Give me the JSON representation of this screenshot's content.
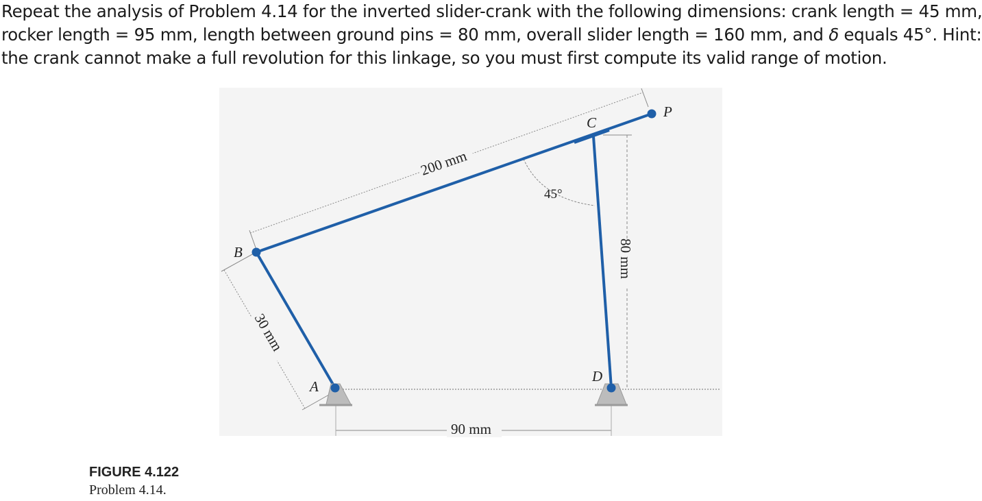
{
  "problem": {
    "line1_a": "Repeat the analysis of Problem 4.14 for the inverted slider-crank with the following dimensions: crank length = 45 mm,",
    "line2_a": "rocker length = 95 mm, length between ground pins = 80 mm, overall slider length = 160 mm, and ",
    "delta_symbol": "δ",
    "line2_b": " equals 45°. Hint:",
    "line3": "the crank cannot make a full revolution for this linkage, so you must first compute its valid range of motion."
  },
  "figure": {
    "points": {
      "A": "A",
      "B": "B",
      "C": "C",
      "D": "D",
      "P": "P"
    },
    "dimensions": {
      "slider_length": "200 mm",
      "crank_length": "30 mm",
      "ground_length": "90 mm",
      "rocker_length": "80 mm",
      "angle": "45°"
    },
    "colors": {
      "link": "#1f5fa8",
      "ground": "#bdbdbd",
      "dimension": "#888888",
      "panel": "#f4f4f4"
    }
  },
  "caption": {
    "title": "FIGURE 4.122",
    "subtitle": "Problem 4.14."
  }
}
